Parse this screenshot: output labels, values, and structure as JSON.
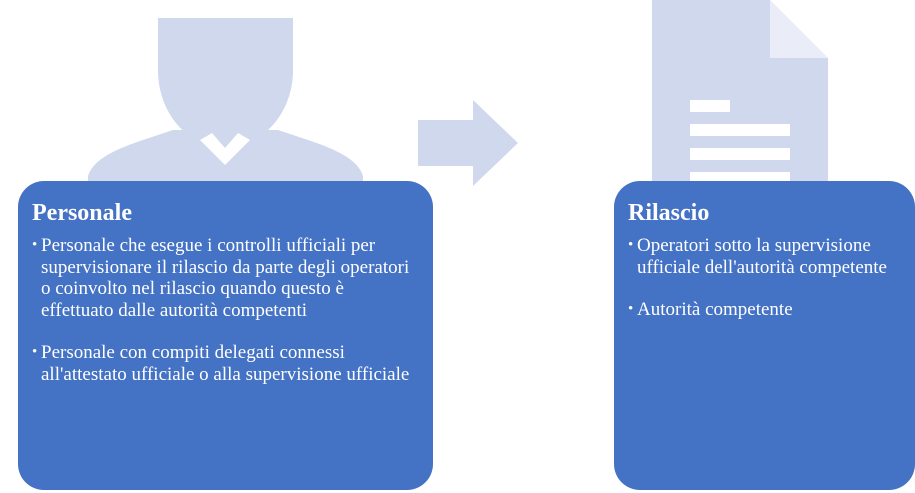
{
  "colors": {
    "card": "#4472c4",
    "icon": "#d0d8ee",
    "text": "#ffffff"
  },
  "icons": {
    "person": "person-icon",
    "arrow": "arrow-right-icon",
    "document": "document-icon"
  },
  "left_card": {
    "title": "Personale",
    "items": [
      "Personale che esegue i controlli ufficiali per supervisionare il rilascio da parte degli operatori o coinvolto nel rilascio quando questo è effettuato dalle autorità competenti",
      "Personale con compiti delegati connessi all'attestato ufficiale o alla supervisione ufficiale"
    ]
  },
  "right_card": {
    "title": "Rilascio",
    "items": [
      "Operatori sotto la supervisione ufficiale dell'autorità competente",
      "Autorità competente"
    ]
  }
}
